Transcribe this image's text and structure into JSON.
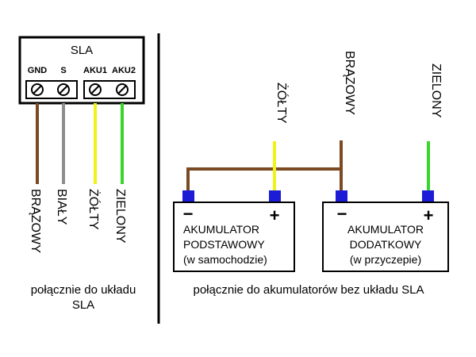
{
  "colors": {
    "brown": "#7a4a22",
    "gray": "#8e8e8e",
    "yellow": "#f2f21a",
    "green": "#37d62b",
    "terminal": "#1c1cd6",
    "line": "#000000"
  },
  "left_panel": {
    "module_title": "SLA",
    "terminals": [
      "GND",
      "S",
      "AKU1",
      "AKU2"
    ],
    "wires": [
      {
        "label": "BRĄZOWY",
        "color": "brown",
        "icon": "screw-terminal-icon"
      },
      {
        "label": "BIAŁY",
        "color": "gray",
        "icon": "screw-terminal-icon"
      },
      {
        "label": "ŻÓŁTY",
        "color": "yellow",
        "icon": "screw-terminal-icon"
      },
      {
        "label": "ZIELONY",
        "color": "green",
        "icon": "screw-terminal-icon"
      }
    ],
    "caption_line1": "połącznie do układu",
    "caption_line2": "SLA"
  },
  "right_panel": {
    "wires": [
      {
        "label": "ŻÓŁTY",
        "color": "yellow"
      },
      {
        "label": "BRĄZOWY",
        "color": "brown"
      },
      {
        "label": "ZIELONY",
        "color": "green"
      }
    ],
    "battery_main": {
      "line1": "AKUMULATOR",
      "line2": "PODSTAWOWY",
      "line3": "(w samochodzie)",
      "minus": "−",
      "plus": "+"
    },
    "battery_aux": {
      "line1": "AKUMULATOR",
      "line2": "DODATKOWY",
      "line3": "(w przyczepie)",
      "minus": "−",
      "plus": "+"
    },
    "caption": "połącznie do akumulatorów bez układu SLA"
  }
}
